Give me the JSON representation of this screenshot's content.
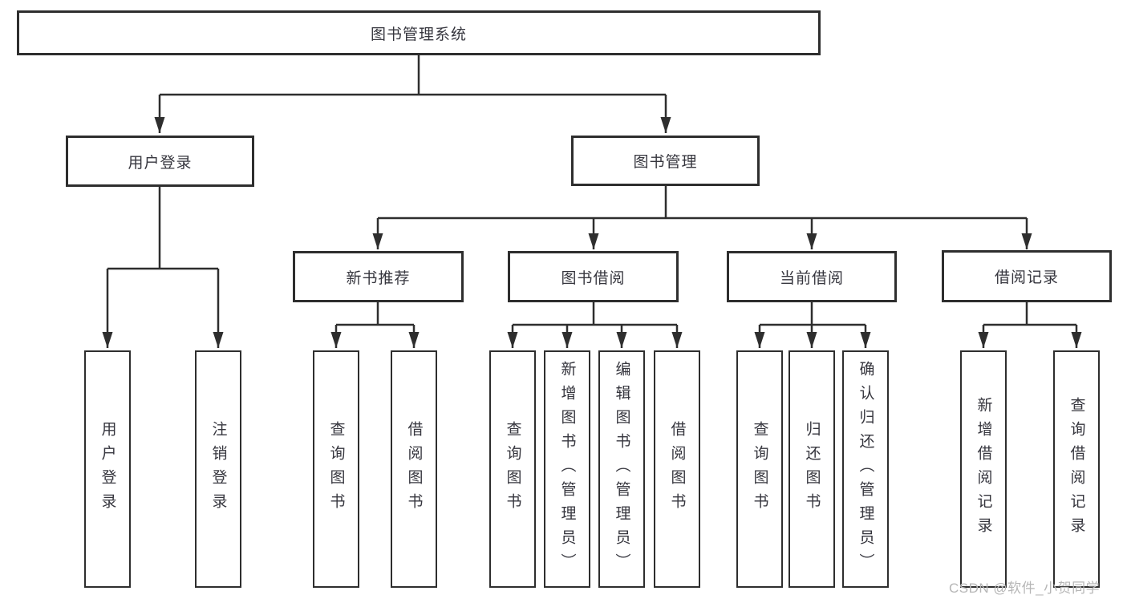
{
  "diagram": {
    "title": "图书管理系统",
    "colors": {
      "line": "#2e2e2e",
      "box_border": "#2e2e2e",
      "text": "#36363e",
      "watermark": "#b6b6b6",
      "background": "#ffffff"
    },
    "nodes": {
      "root": {
        "label": "图书管理系统"
      },
      "user_login": {
        "label": "用户登录"
      },
      "book_mgmt": {
        "label": "图书管理"
      },
      "new_book_rec": {
        "label": "新书推荐"
      },
      "book_borrow": {
        "label": "图书借阅"
      },
      "current_borrow": {
        "label": "当前借阅"
      },
      "borrow_records": {
        "label": "借阅记录"
      },
      "leaf_user_login": {
        "label": "用户登录"
      },
      "leaf_logout": {
        "label": "注销登录"
      },
      "leaf_query_books_newrec": {
        "label": "查询图书"
      },
      "leaf_borrow_books_newrec": {
        "label": "借阅图书"
      },
      "leaf_query_books_borrow": {
        "label": "查询图书"
      },
      "leaf_add_books_admin": {
        "label": "新增图书（管理员）"
      },
      "leaf_edit_books_admin": {
        "label": "编辑图书（管理员）"
      },
      "leaf_borrow_books_borrow": {
        "label": "借阅图书"
      },
      "leaf_query_books_current": {
        "label": "查询图书"
      },
      "leaf_return_books": {
        "label": "归还图书"
      },
      "leaf_confirm_return_admin": {
        "label": "确认归还（管理员）"
      },
      "leaf_add_borrow_record": {
        "label": "新增借阅记录"
      },
      "leaf_query_borrow_record": {
        "label": "查询借阅记录"
      }
    },
    "hierarchy": {
      "图书管理系统": {
        "用户登录": [
          "用户登录",
          "注销登录"
        ],
        "图书管理": {
          "新书推荐": [
            "查询图书",
            "借阅图书"
          ],
          "图书借阅": [
            "查询图书",
            "新增图书（管理员）",
            "编辑图书（管理员）",
            "借阅图书"
          ],
          "当前借阅": [
            "查询图书",
            "归还图书",
            "确认归还（管理员）"
          ],
          "借阅记录": [
            "新增借阅记录",
            "查询借阅记录"
          ]
        }
      }
    }
  },
  "watermark": "CSDN @软件_小贺同学"
}
